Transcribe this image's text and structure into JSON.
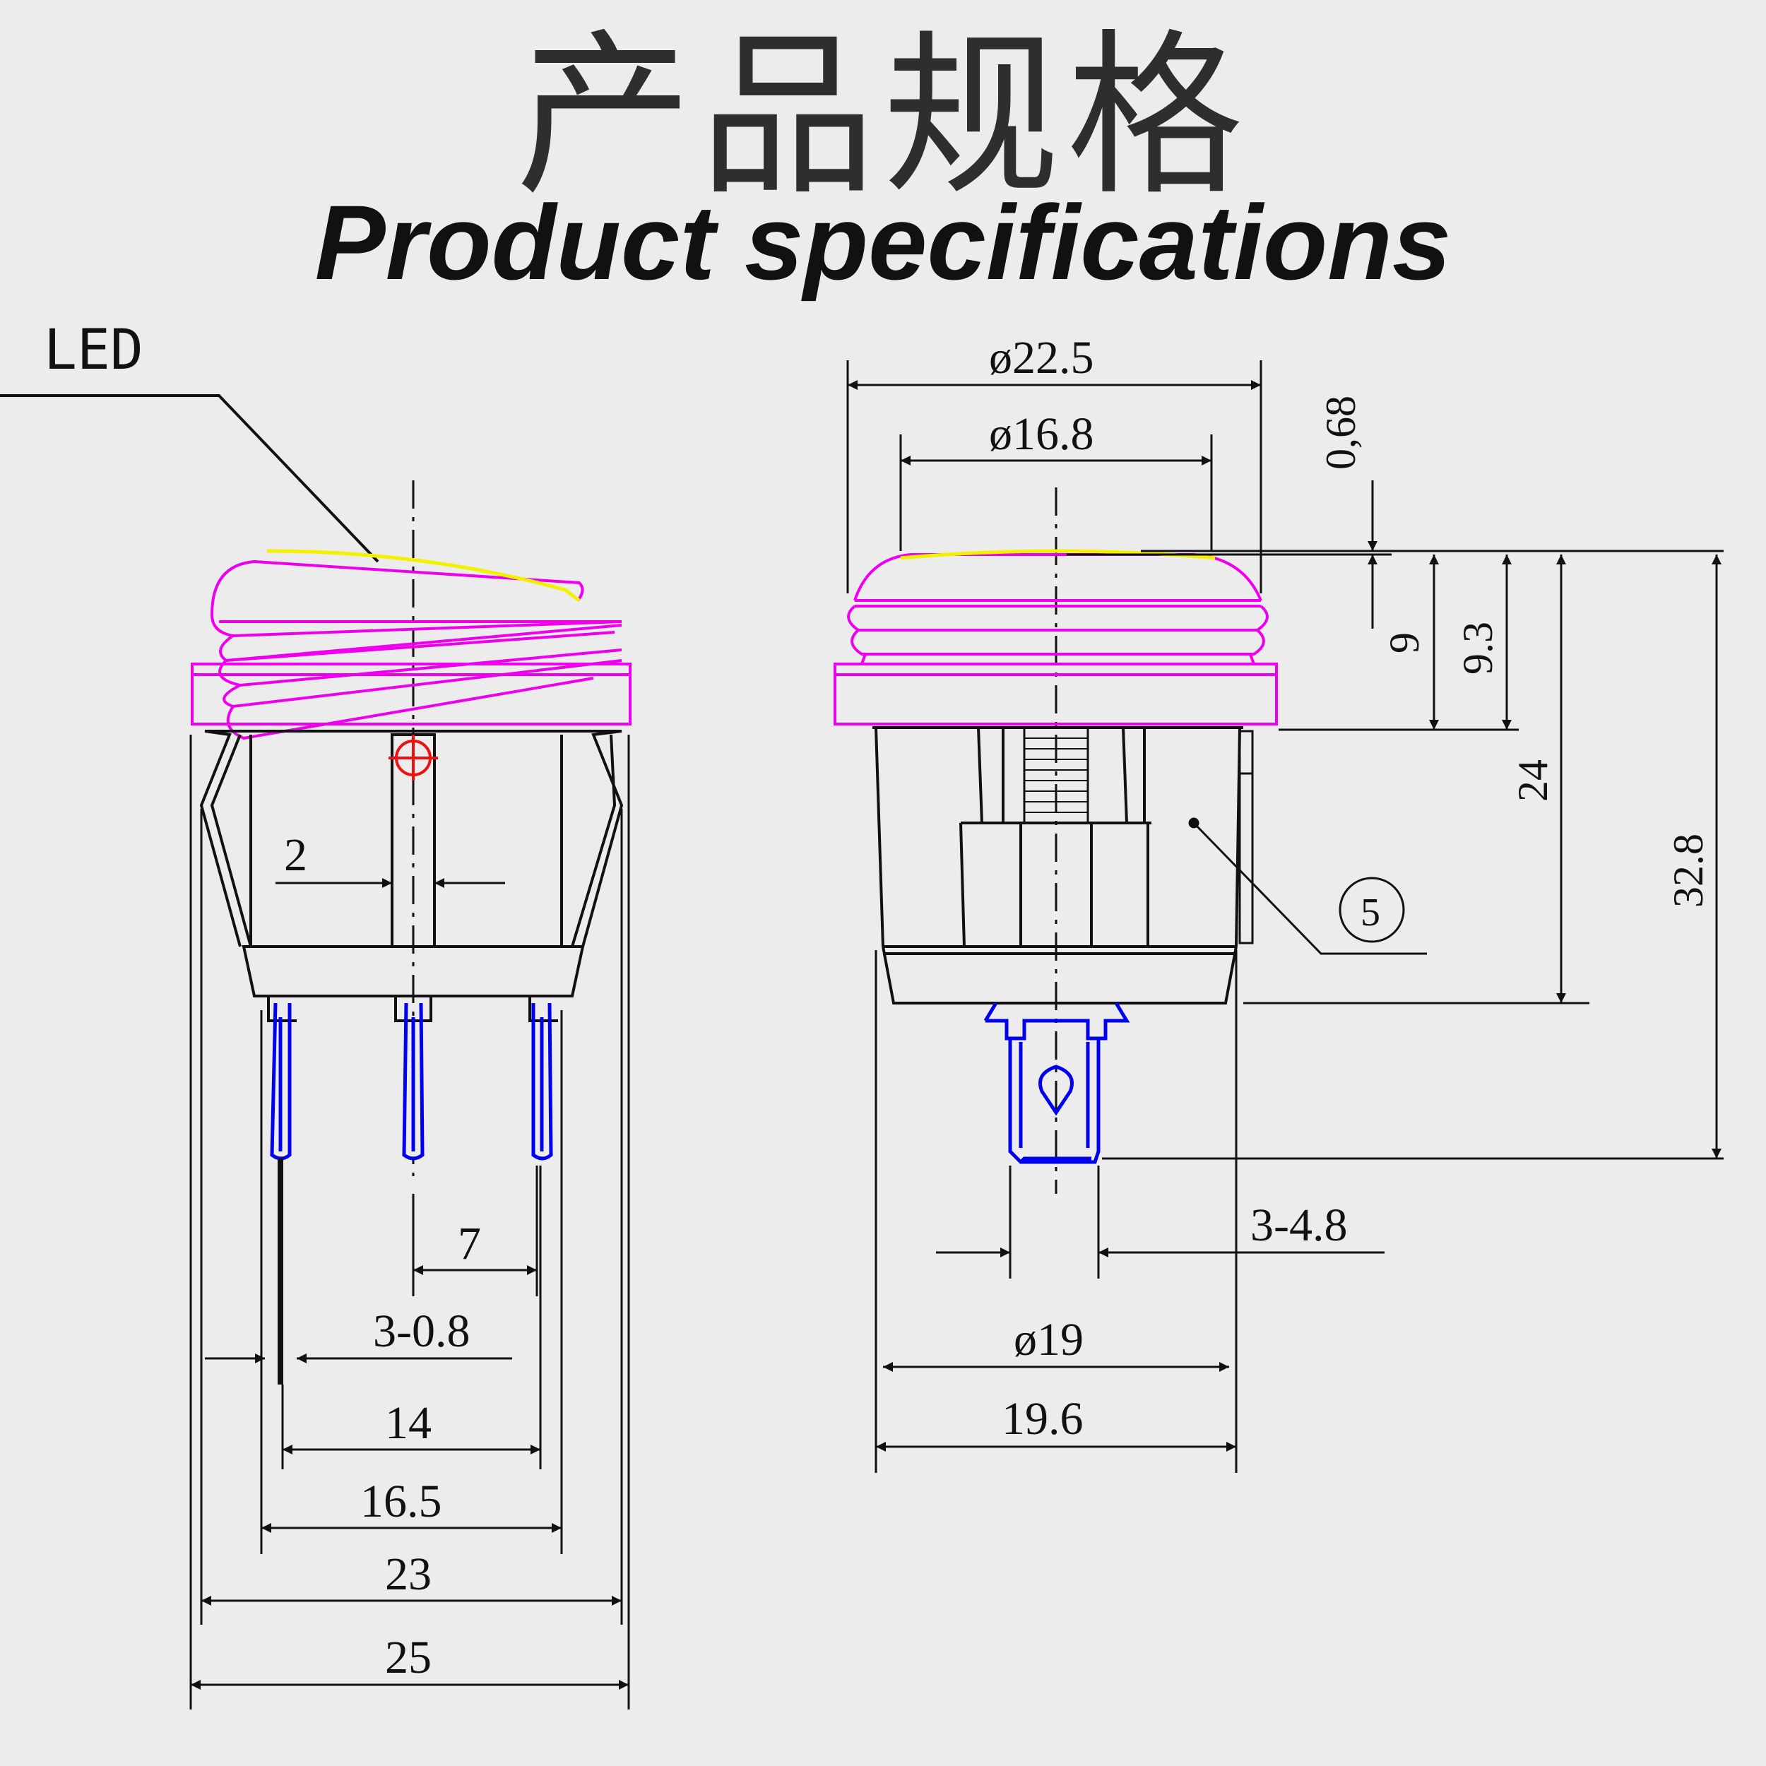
{
  "title_cn": "产品规格",
  "title_en": "Product specifications",
  "colors": {
    "cap": "#ee00ee",
    "lens": "#f2f200",
    "terminal": "#0000ee",
    "marker": "#ee1111",
    "line": "#111111"
  },
  "left_view": {
    "led_label": "LED",
    "dims": {
      "d2": "2",
      "d7": "7",
      "d3_08": "3-0.8",
      "d14": "14",
      "d16_5": "16.5",
      "d23": "23",
      "d25": "25"
    }
  },
  "right_view": {
    "dims": {
      "dia22_5": "ø22.5",
      "dia16_8": "ø16.8",
      "d068": "0,68",
      "d9": "9",
      "d9_3": "9.3",
      "d24": "24",
      "d32_8": "32.8",
      "d3_48": "3-4.8",
      "dia19": "ø19",
      "d19_6": "19.6"
    },
    "callout": "5"
  }
}
